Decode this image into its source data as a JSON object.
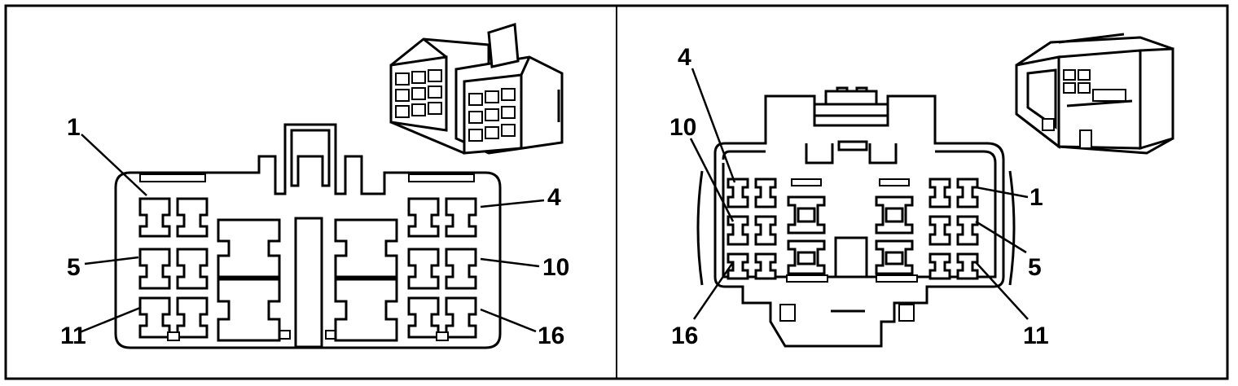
{
  "left_view": {
    "pin_labels": {
      "p1": "1",
      "p4": "4",
      "p5": "5",
      "p10": "10",
      "p11": "11",
      "p16": "16"
    }
  },
  "right_view": {
    "pin_labels": {
      "p4": "4",
      "p10": "10",
      "p16": "16",
      "p1": "1",
      "p5": "5",
      "p11": "11"
    }
  }
}
